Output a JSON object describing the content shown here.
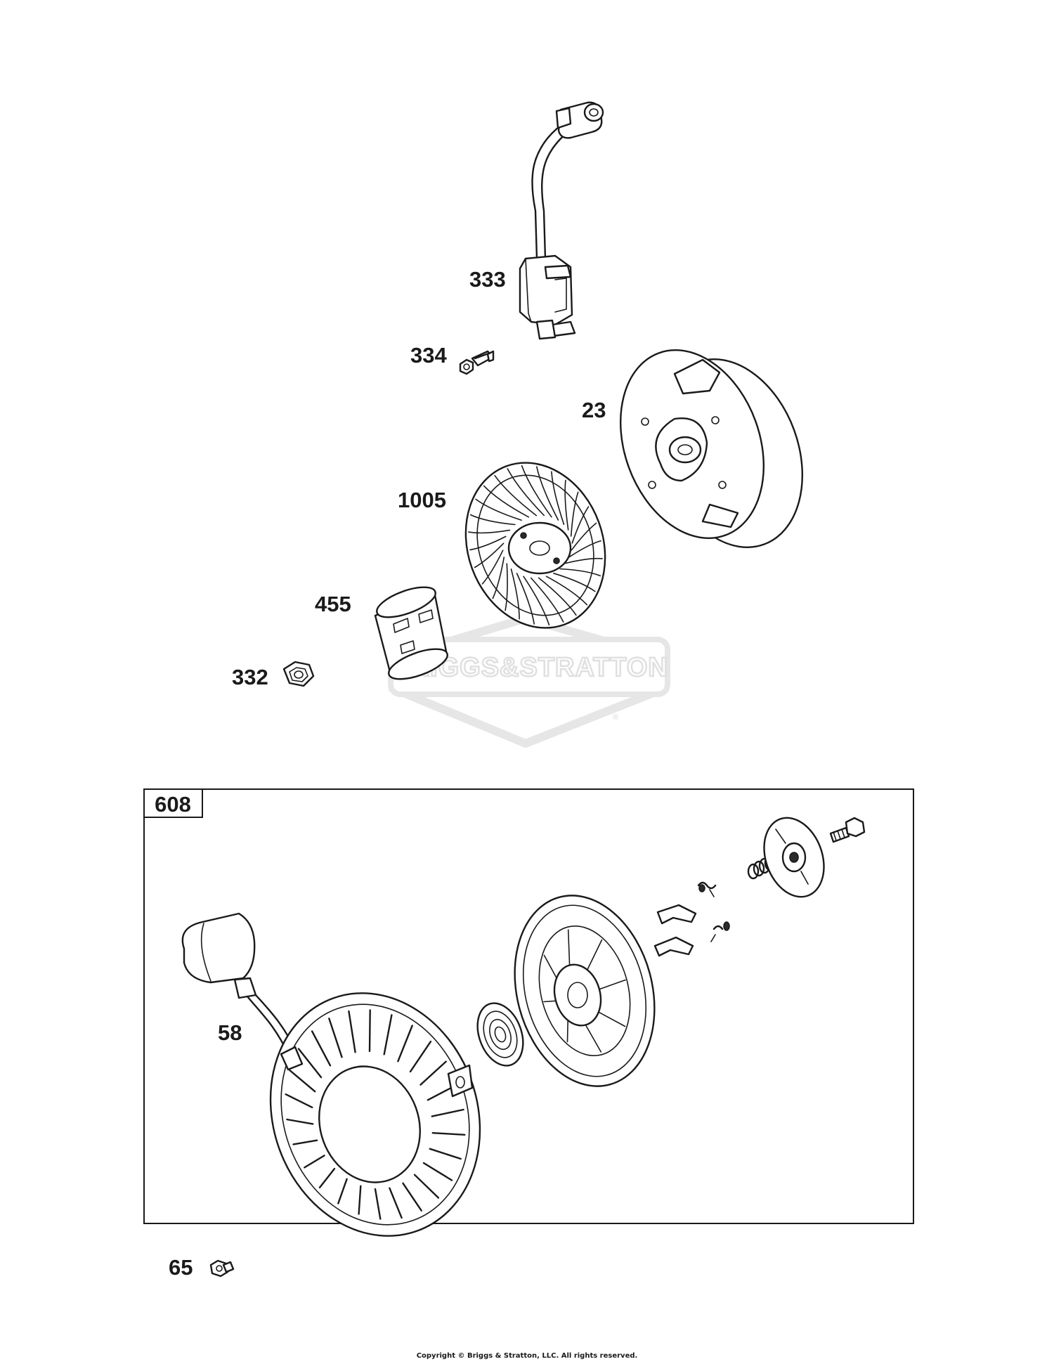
{
  "watermark": {
    "text": "BRIGGS&STRATTON",
    "registered": "®"
  },
  "callouts": {
    "ignition_coil": "333",
    "coil_screw": "334",
    "flywheel": "23",
    "fan": "1005",
    "cup": "455",
    "nut": "332",
    "starter_kit": "608",
    "starter_housing": "58",
    "bolt": "65"
  },
  "footer": {
    "copyright": "Copyright © Briggs & Stratton, LLC. All rights reserved."
  }
}
